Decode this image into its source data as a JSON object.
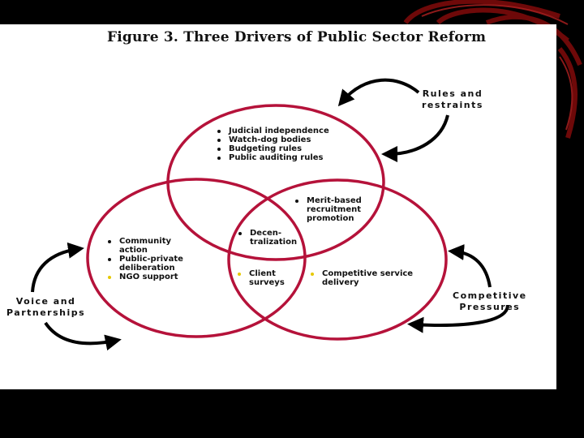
{
  "figure_title": "Figure 3. Three Drivers of Public Sector Reform",
  "colors": {
    "circle_stroke": "#b5123a",
    "bullet": "#111111",
    "bullet_highlight": "#e6c800",
    "swirl": "#7a0a0a"
  },
  "drivers": {
    "rules": "Rules and\nrestraints",
    "voice": "Voice and\nPartnerships",
    "competitive": "Competitive\nPressures"
  },
  "regions": {
    "top": [
      "Judicial independence",
      "Watch-dog bodies",
      "Budgeting rules",
      "Public auditing rules"
    ],
    "top_right_overlap": "Merit-based\nrecruitment\npromotion",
    "left": [
      "Community\naction",
      "Public-private\ndeliberation",
      "NGO support"
    ],
    "top_left_overlap": "Decen-\ntralization",
    "left_right_overlap": "Client\nsurveys",
    "right": "Competitive service\ndelivery"
  }
}
